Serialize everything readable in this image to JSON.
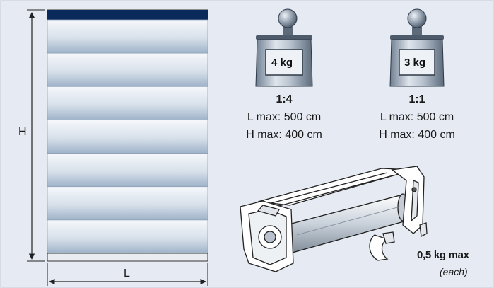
{
  "dimensions": {
    "height_label": "H",
    "length_label": "L"
  },
  "weights": [
    {
      "value_label": "4 kg",
      "ratio": "1:4",
      "l_max": "L max: 500 cm",
      "h_max": "H max: 400 cm"
    },
    {
      "value_label": "3 kg",
      "ratio": "1:1",
      "l_max": "L max: 500 cm",
      "h_max": "H max: 400 cm"
    }
  ],
  "component": {
    "max_weight": "0,5 kg max",
    "note": "(each)"
  },
  "colors": {
    "background": "#e6eaf2",
    "panel_top": "#0b2a5c",
    "slat_light": "#f4f6f9",
    "slat_dark": "#9fb2c9"
  }
}
